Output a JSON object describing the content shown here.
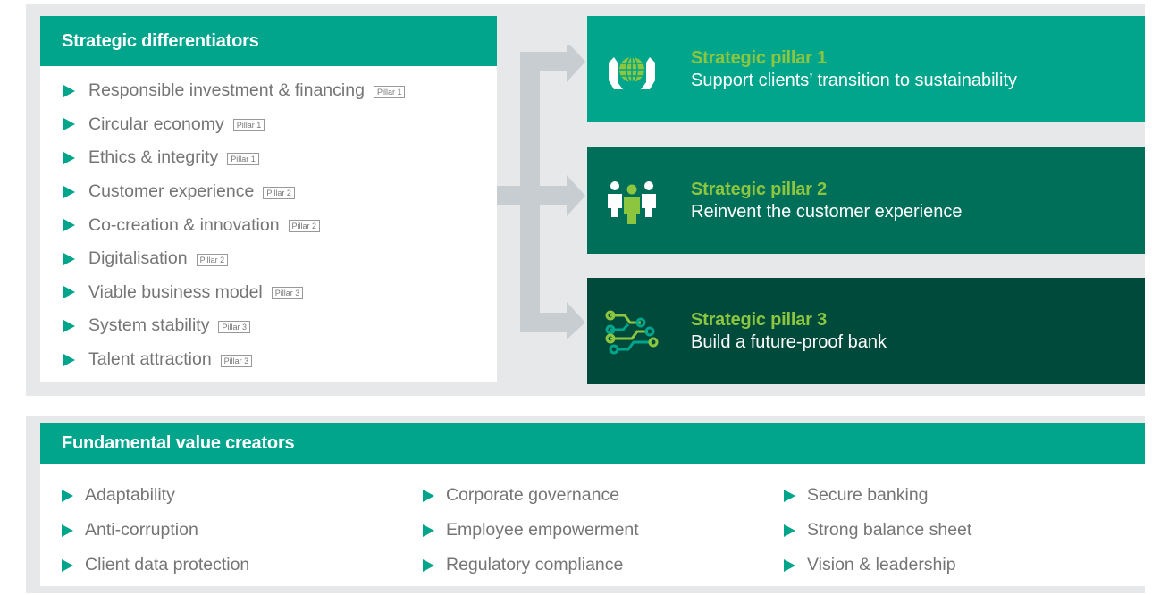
{
  "differentiators": {
    "title": "Strategic differentiators",
    "items": [
      {
        "label": "Responsible investment & financing",
        "tag": "Pillar 1"
      },
      {
        "label": "Circular economy",
        "tag": "Pillar 1"
      },
      {
        "label": "Ethics & integrity",
        "tag": "Pillar 1"
      },
      {
        "label": "Customer experience",
        "tag": "Pillar 2"
      },
      {
        "label": "Co-creation & innovation",
        "tag": "Pillar 2"
      },
      {
        "label": "Digitalisation",
        "tag": "Pillar 2"
      },
      {
        "label": "Viable business model",
        "tag": "Pillar 3"
      },
      {
        "label": "System stability",
        "tag": "Pillar 3"
      },
      {
        "label": "Talent attraction",
        "tag": "Pillar 3"
      }
    ]
  },
  "pillars": [
    {
      "title": "Strategic pillar 1",
      "subtitle": "Support clients’ transition to sustainability",
      "icon": "globe-hands-icon",
      "color": "#00a58c"
    },
    {
      "title": "Strategic pillar 2",
      "subtitle": "Reinvent the customer experience",
      "icon": "people-icon",
      "color": "#006f5a"
    },
    {
      "title": "Strategic pillar 3",
      "subtitle": "Build a future-proof bank",
      "icon": "circuit-icon",
      "color": "#004a3c"
    }
  ],
  "value_creators": {
    "title": "Fundamental value creators",
    "columns": [
      [
        "Adaptability",
        "Anti-corruption",
        "Client data protection"
      ],
      [
        "Corporate governance",
        "Employee empowerment",
        "Regulatory compliance"
      ],
      [
        "Secure banking",
        "Strong balance sheet",
        "Vision & leadership"
      ]
    ]
  },
  "colors": {
    "accent": "#00a58c",
    "pillar_title": "#8cc63f",
    "connector": "#c8cdd2",
    "background": "#e6e8ea"
  }
}
